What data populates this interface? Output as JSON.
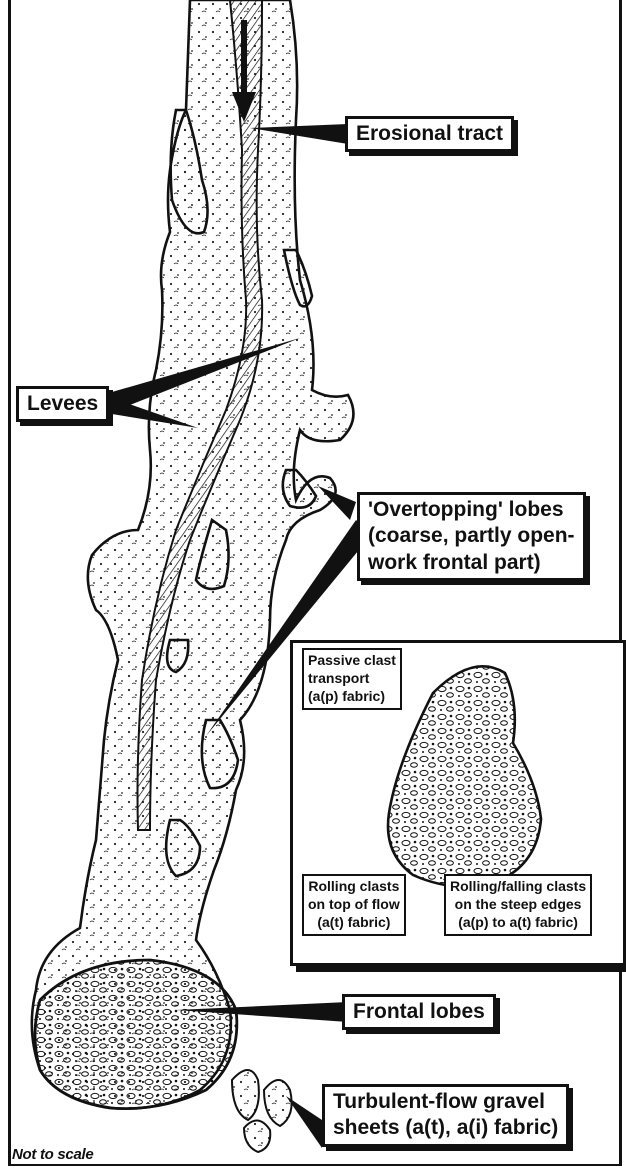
{
  "labels": {
    "erosional_tract": "Erosional tract",
    "levees": "Levees",
    "overtopping": [
      "'Overtopping' lobes",
      "(coarse, partly open-",
      "work frontal part)"
    ],
    "frontal_lobes": "Frontal lobes",
    "turbulent": [
      "Turbulent-flow gravel",
      "sheets (a(t), a(i) fabric)"
    ]
  },
  "inset": {
    "passive": [
      "Passive clast",
      "transport",
      "(a(p) fabric)"
    ],
    "rolling_top": [
      "Rolling clasts",
      "on top of flow",
      "(a(t) fabric)"
    ],
    "rolling_edges": [
      "Rolling/falling clasts",
      "on the steep edges",
      "(a(p) to a(t) fabric)"
    ]
  },
  "note": "Not to scale"
}
